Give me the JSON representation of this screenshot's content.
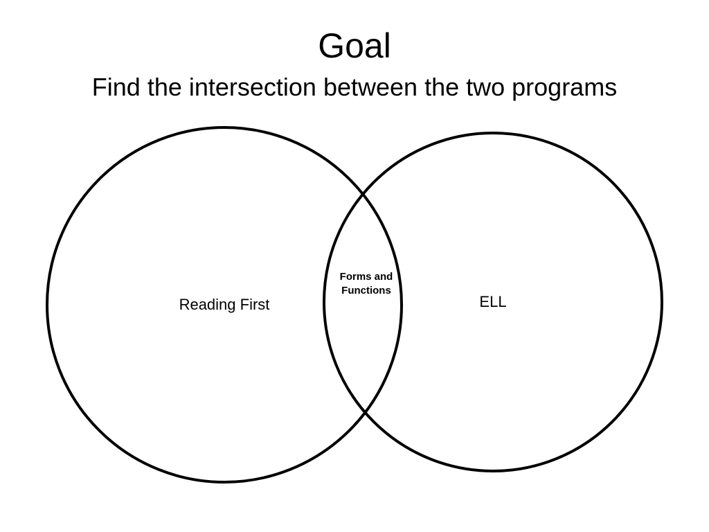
{
  "title": "Goal",
  "subtitle": "Find the intersection between the two programs",
  "venn": {
    "left_set": "Reading First",
    "right_set": "ELL",
    "intersection_line1": "Forms and",
    "intersection_line2": "Functions"
  }
}
